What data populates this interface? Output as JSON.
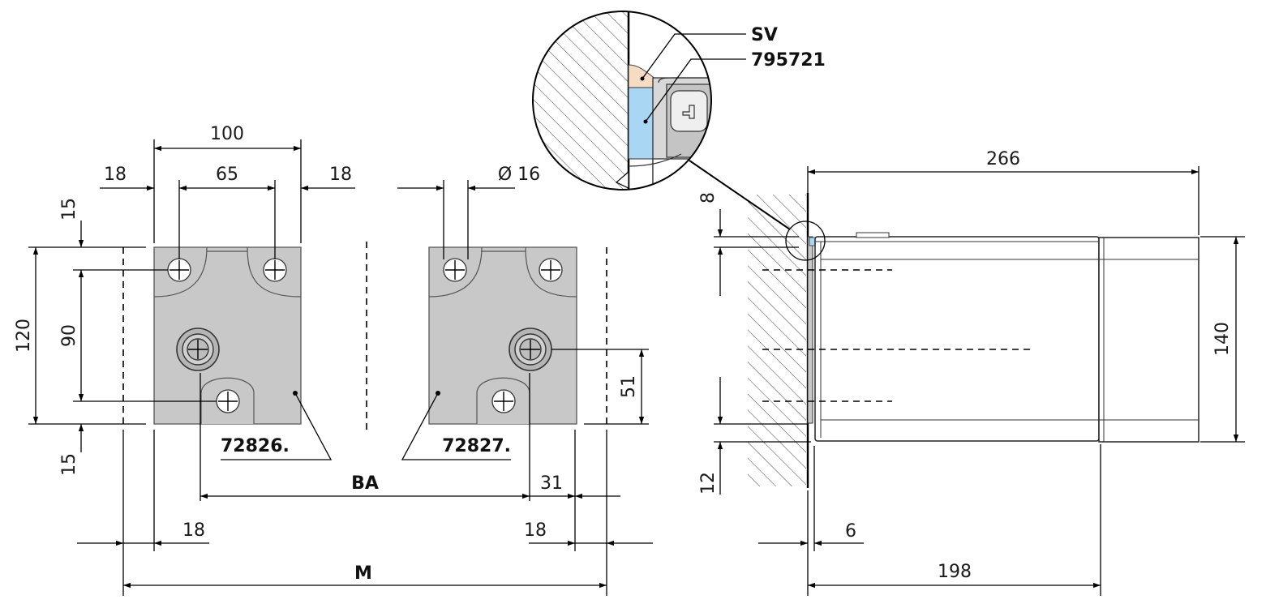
{
  "labels": {
    "part_left": "72826.",
    "part_right": "72827.",
    "ba": "BA",
    "m": "M",
    "sv": "SV",
    "seal_part": "795721"
  },
  "dimensions": {
    "d100": "100",
    "d65": "65",
    "d18_top_left": "18",
    "d18_top_right": "18",
    "d16": "Ø 16",
    "d15_top": "15",
    "d15_bottom": "15",
    "d120": "120",
    "d90": "90",
    "d51": "51",
    "d31": "31",
    "d18_bottom_left": "18",
    "d18_bottom_right": "18",
    "d266": "266",
    "d8": "8",
    "d140": "140",
    "d12": "12",
    "d6": "6",
    "d198": "198"
  },
  "colors": {
    "plate": "#c8c8c8",
    "seal_sv": "#f7dcc4",
    "seal_795721": "#a9d6f2"
  }
}
